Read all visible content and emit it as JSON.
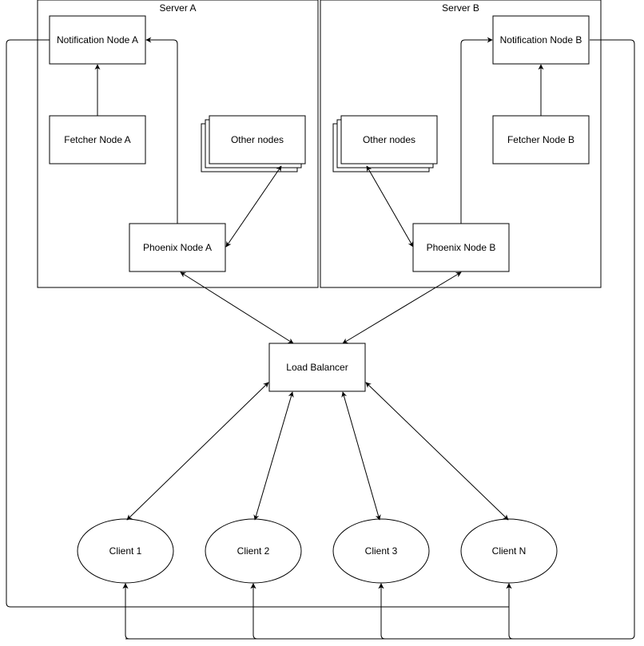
{
  "colors": {
    "stroke": "#000000",
    "background": "#ffffff"
  },
  "servers": {
    "a": {
      "label": "Server A"
    },
    "b": {
      "label": "Server B"
    }
  },
  "nodes": {
    "notification_a": {
      "label": "Notification Node A"
    },
    "fetcher_a": {
      "label": "Fetcher Node A"
    },
    "other_a": {
      "label": "Other nodes"
    },
    "phoenix_a": {
      "label": "Phoenix Node A"
    },
    "notification_b": {
      "label": "Notification Node B"
    },
    "fetcher_b": {
      "label": "Fetcher Node B"
    },
    "other_b": {
      "label": "Other nodes"
    },
    "phoenix_b": {
      "label": "Phoenix Node B"
    },
    "load_balancer": {
      "label": "Load Balancer"
    }
  },
  "clients": [
    {
      "label": "Client 1"
    },
    {
      "label": "Client 2"
    },
    {
      "label": "Client 3"
    },
    {
      "label": "Client N"
    }
  ]
}
